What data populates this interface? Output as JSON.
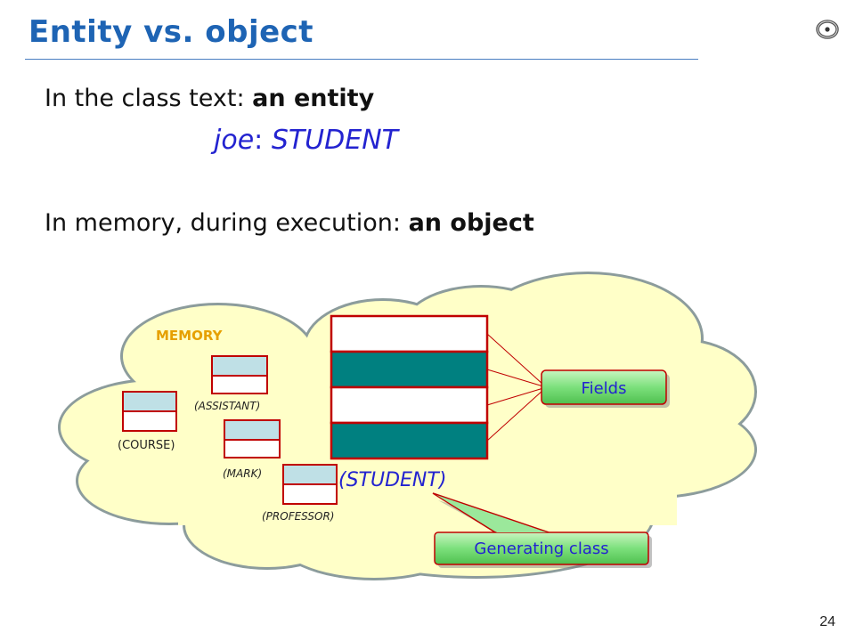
{
  "slide": {
    "title": "Entity vs. object",
    "line1_prefix": "In the class text: ",
    "line1_bold": "an entity",
    "declaration_name": "joe",
    "declaration_sep": ": ",
    "declaration_type": "STUDENT",
    "line2_prefix": "In memory, during execution: ",
    "line2_bold": "an object",
    "page_number": "24"
  },
  "diagram": {
    "memory_label": "MEMORY",
    "objects": [
      {
        "label": "(COURSE)"
      },
      {
        "label": "(ASSISTANT)"
      },
      {
        "label": "(MARK)"
      },
      {
        "label": "(PROFESSOR)"
      }
    ],
    "main_object_label": "(STUDENT)",
    "fields_callout": "Fields",
    "generating_class_callout": "Generating class"
  },
  "colors": {
    "title": "#1E64B4",
    "declaration": "#2323D0",
    "cloud_fill": "#FFFFC8",
    "cloud_stroke": "#8C9C9C",
    "memory_label": "#E6A000",
    "field_dark": "#008080",
    "object_border": "#C00000",
    "small_object_fill": "#BFE0E6",
    "callout_green": "#7CE07C"
  }
}
